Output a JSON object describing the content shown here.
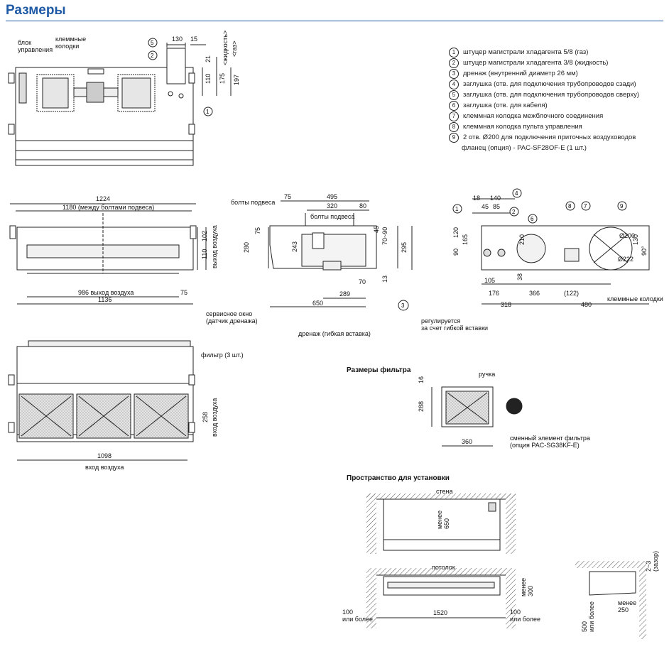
{
  "page": {
    "title": "Размеры"
  },
  "legend": [
    {
      "n": "1",
      "text": "штуцер магистрали хладагента 5/8 (газ)"
    },
    {
      "n": "2",
      "text": "штуцер магистрали хладагента 3/8 (жидкость)"
    },
    {
      "n": "3",
      "text": "дренаж (внутренний диаметр 26 мм)"
    },
    {
      "n": "4",
      "text": "заглушка (отв. для подключения трубопроводов сзади)"
    },
    {
      "n": "5",
      "text": "заглушка (отв. для подключения трубопроводов сверху)"
    },
    {
      "n": "6",
      "text": "заглушка (отв. для кабеля)"
    },
    {
      "n": "7",
      "text": "клеммная колодка межблочного соединения"
    },
    {
      "n": "8",
      "text": "клеммная колодка пульта управления"
    },
    {
      "n": "9",
      "text": "2 отв. Ø200 для подключения приточных воздуховодов"
    },
    {
      "n": "",
      "text": "фланец (опция) - PAC-SF28OF-E (1 шт.)"
    }
  ],
  "top_view": {
    "label_control": "блок\nуправления",
    "label_terminals": "клеммные\nколодки",
    "dim_130": "130",
    "dim_15": "15",
    "dim_21": "21",
    "dim_110": "110",
    "dim_175": "175",
    "dim_197": "197",
    "liquid": "<жидкость>",
    "gas": "<газ>"
  },
  "front_view": {
    "dim_1224": "1224",
    "dim_1180": "1180 (между болтами подвеса)",
    "dim_986": "986 выход воздуха",
    "dim_75": "75",
    "dim_1136": "1136",
    "dim_102": "102",
    "dim_110": "110",
    "air_out": "выход воздуха"
  },
  "side_view": {
    "bolts1": "болты подвеса",
    "bolts2": "болты подвеса",
    "dim_75a": "75",
    "dim_495": "495",
    "dim_320": "320",
    "dim_80": "80",
    "dim_75b": "75",
    "dim_280": "280",
    "dim_243": "243",
    "dim_45": "45",
    "dim_70_90": "70~90",
    "dim_295": "295",
    "dim_70": "70",
    "dim_13": "13",
    "dim_289": "289",
    "dim_650": "650",
    "service": "сервисное окно\n(датчик дренажа)",
    "drain": "дренаж (гибкая вставка)"
  },
  "rear_view": {
    "dim_18": "18",
    "dim_140": "140",
    "dim_45": "45",
    "dim_85": "85",
    "dim_120": "120",
    "dim_165": "165",
    "dim_90": "90",
    "dim_210": "210",
    "dim_38": "38",
    "dim_105": "105",
    "dim_176": "176",
    "dim_366": "366",
    "dim_122": "(122)",
    "dim_318": "318",
    "dim_480": "480",
    "dim_200": "Ø200",
    "dim_222": "Ø222",
    "dim_130": "130",
    "dim_90deg": "90°",
    "adjust": "регулируется\nза счет гибкой вставки",
    "terminals": "клеммные колодки"
  },
  "filter_view": {
    "filters": "фильтр (3 шт.)",
    "dim_258": "258",
    "air_in_v": "вход воздуха",
    "dim_1098": "1098",
    "air_in": "вход воздуха"
  },
  "filter_size": {
    "heading": "Размеры фильтра",
    "handle": "ручка",
    "dim_16": "16",
    "dim_288": "288",
    "dim_360": "360",
    "element": "сменный элемент фильтра\n(опция PAC-SG38KF-E)"
  },
  "install": {
    "heading": "Пространство для установки",
    "wall": "стена",
    "min650": "менее\n650",
    "ceiling": "потолок",
    "min300": "менее\n300",
    "dim_1520": "1520",
    "dim_100a": "100\nили более",
    "dim_100b": "100\nили более",
    "gap": "2~3\n(зазор)",
    "min250": "менее\n250",
    "min500": "500\nили более"
  },
  "colors": {
    "title": "#1f5aa6",
    "line": "#222222",
    "fill": "#d9d9d9"
  }
}
